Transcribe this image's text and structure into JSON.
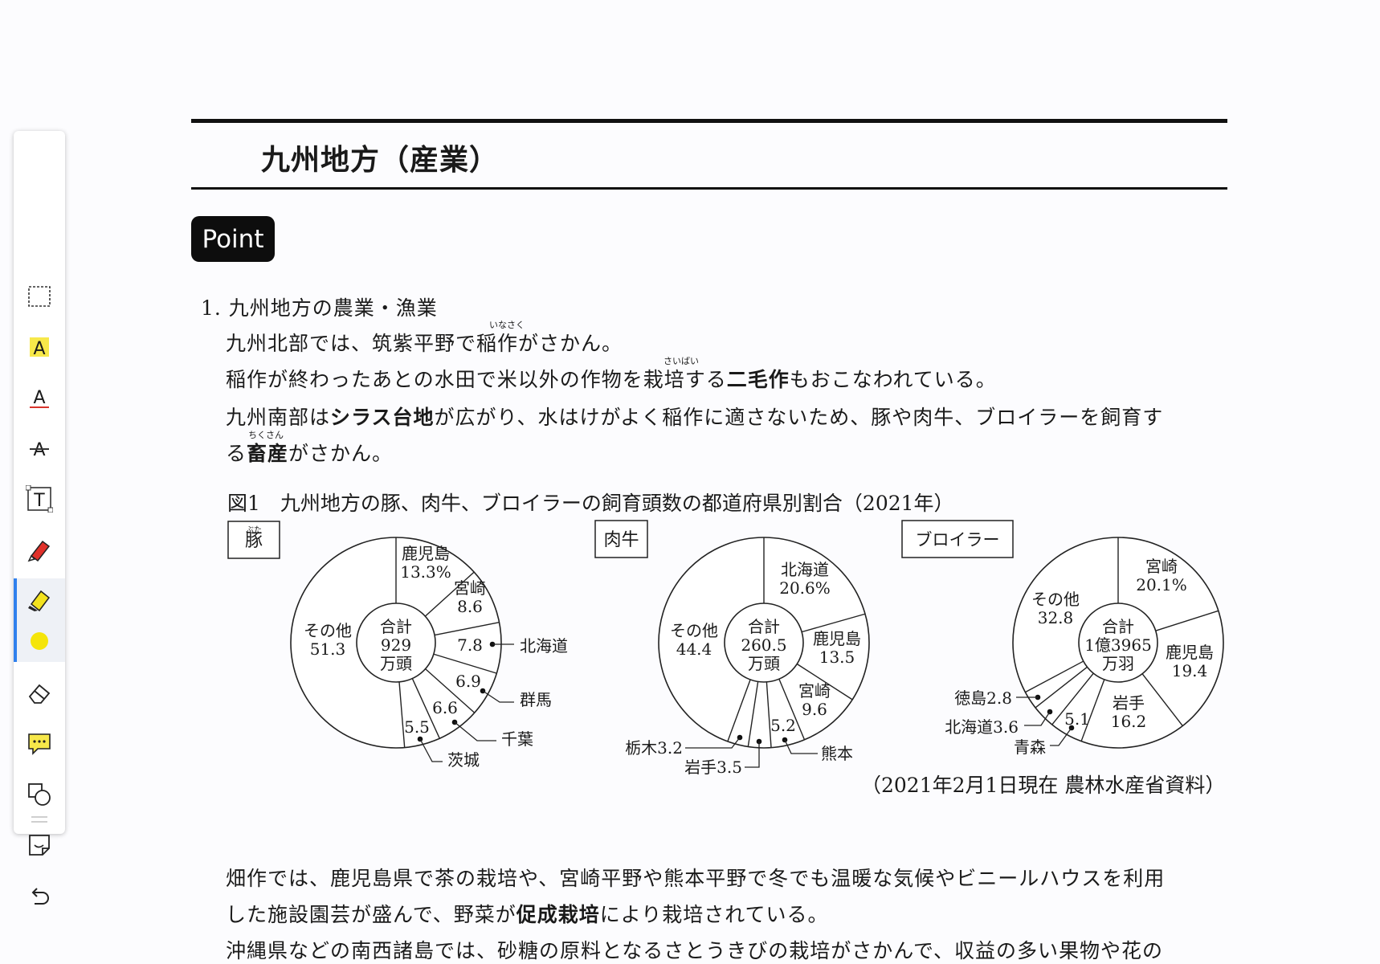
{
  "toolbar": {
    "items": [
      {
        "name": "select-tool",
        "icon": "dashed-rectangle-icon"
      },
      {
        "name": "highlight-text-tool",
        "icon": "highlighted-a-icon"
      },
      {
        "name": "underline-tool",
        "icon": "underlined-a-icon"
      },
      {
        "name": "strikethrough-tool",
        "icon": "strikethrough-a-icon"
      },
      {
        "name": "textbox-tool",
        "icon": "textbox-t-icon"
      },
      {
        "name": "pen-tool",
        "icon": "red-pen-icon"
      },
      {
        "name": "highlighter-tool",
        "icon": "yellow-highlighter-icon",
        "active": true
      },
      {
        "name": "color-picker",
        "icon": "yellow-dot-icon",
        "color": "#f5e50a"
      },
      {
        "name": "eraser-tool",
        "icon": "eraser-icon"
      },
      {
        "name": "comment-tool",
        "icon": "comment-bubble-icon"
      },
      {
        "name": "shape-tool",
        "icon": "shapes-icon"
      },
      {
        "name": "sticker-tool",
        "icon": "sticker-icon"
      },
      {
        "name": "undo-button",
        "icon": "undo-arrow-icon"
      }
    ],
    "accent_color": "#2f80ed"
  },
  "doc": {
    "title": "九州地方（産業）",
    "point_label": "Point",
    "section1_heading": "1. 九州地方の農業・漁業",
    "p1": "九州北部では、筑紫平野で稲作がさかん。",
    "ruby_inasaku": "いなさく",
    "p2_pre": "稲作が終わったあとの水田で米以外の作物を栽培する",
    "p2_bold": "二毛作",
    "p2_post": "もおこなわれている。",
    "ruby_saibai": "さいばい",
    "p3_pre": "九州南部は",
    "p3_bold": "シラス台地",
    "p3_post": "が広がり、水はけがよく稲作に適さないため、豚や肉牛、ブロイラーを飼育す",
    "p4_pre": "る",
    "p4_bold": "畜産",
    "p4_post": "がさかん。",
    "ruby_chikusan": "ちくさん",
    "p5": "畑作では、鹿児島県で茶の栽培や、宮崎平野や熊本平野で冬でも温暖な気候やビニールハウスを利用",
    "p6_pre": "した施設園芸が盛んで、野菜が",
    "p6_bold": "促成栽培",
    "p6_post": "により栽培されている。",
    "p7": "沖縄県などの南西諸島では、砂糖の原料となるさとうきびの栽培がさかんで、収益の多い果物や花の"
  },
  "figure": {
    "title": "図1　九州地方の豚、肉牛、ブロイラーの飼育頭数の都道府県別割合（2021年）",
    "source": "（2021年2月1日現在 農林水産省資料）"
  },
  "chart_data": [
    {
      "type": "pie",
      "title": "豚",
      "title_ruby": "ぶた",
      "center_label": [
        "合計",
        "929",
        "万頭"
      ],
      "unit": "%",
      "slices": [
        {
          "label": "鹿児島",
          "value": 13.3,
          "display": "13.3%"
        },
        {
          "label": "宮崎",
          "value": 8.6,
          "display": "8.6"
        },
        {
          "label": "北海道",
          "value": 7.8,
          "display": "7.8"
        },
        {
          "label": "群馬",
          "value": 6.9,
          "display": "6.9"
        },
        {
          "label": "千葉",
          "value": 6.6,
          "display": "6.6"
        },
        {
          "label": "茨城",
          "value": 5.5,
          "display": "5.5"
        },
        {
          "label": "その他",
          "value": 51.3,
          "display": "51.3"
        }
      ]
    },
    {
      "type": "pie",
      "title": "肉牛",
      "center_label": [
        "合計",
        "260.5",
        "万頭"
      ],
      "unit": "%",
      "slices": [
        {
          "label": "北海道",
          "value": 20.6,
          "display": "20.6%"
        },
        {
          "label": "鹿児島",
          "value": 13.5,
          "display": "13.5"
        },
        {
          "label": "宮崎",
          "value": 9.6,
          "display": "9.6"
        },
        {
          "label": "熊本",
          "value": 5.2,
          "display": "5.2"
        },
        {
          "label": "岩手",
          "value": 3.5,
          "display": "岩手3.5"
        },
        {
          "label": "栃木",
          "value": 3.2,
          "display": "栃木3.2"
        },
        {
          "label": "その他",
          "value": 44.4,
          "display": "44.4"
        }
      ]
    },
    {
      "type": "pie",
      "title": "ブロイラー",
      "center_label": [
        "合計",
        "1億3965",
        "万羽"
      ],
      "unit": "%",
      "slices": [
        {
          "label": "宮崎",
          "value": 20.1,
          "display": "20.1%"
        },
        {
          "label": "鹿児島",
          "value": 19.4,
          "display": "19.4"
        },
        {
          "label": "岩手",
          "value": 16.2,
          "display": "16.2"
        },
        {
          "label": "青森",
          "value": 5.1,
          "display": "5.1"
        },
        {
          "label": "北海道",
          "value": 3.6,
          "display": "北海道3.6"
        },
        {
          "label": "徳島",
          "value": 2.8,
          "display": "徳島2.8"
        },
        {
          "label": "その他",
          "value": 32.8,
          "display": "32.8"
        }
      ]
    }
  ]
}
